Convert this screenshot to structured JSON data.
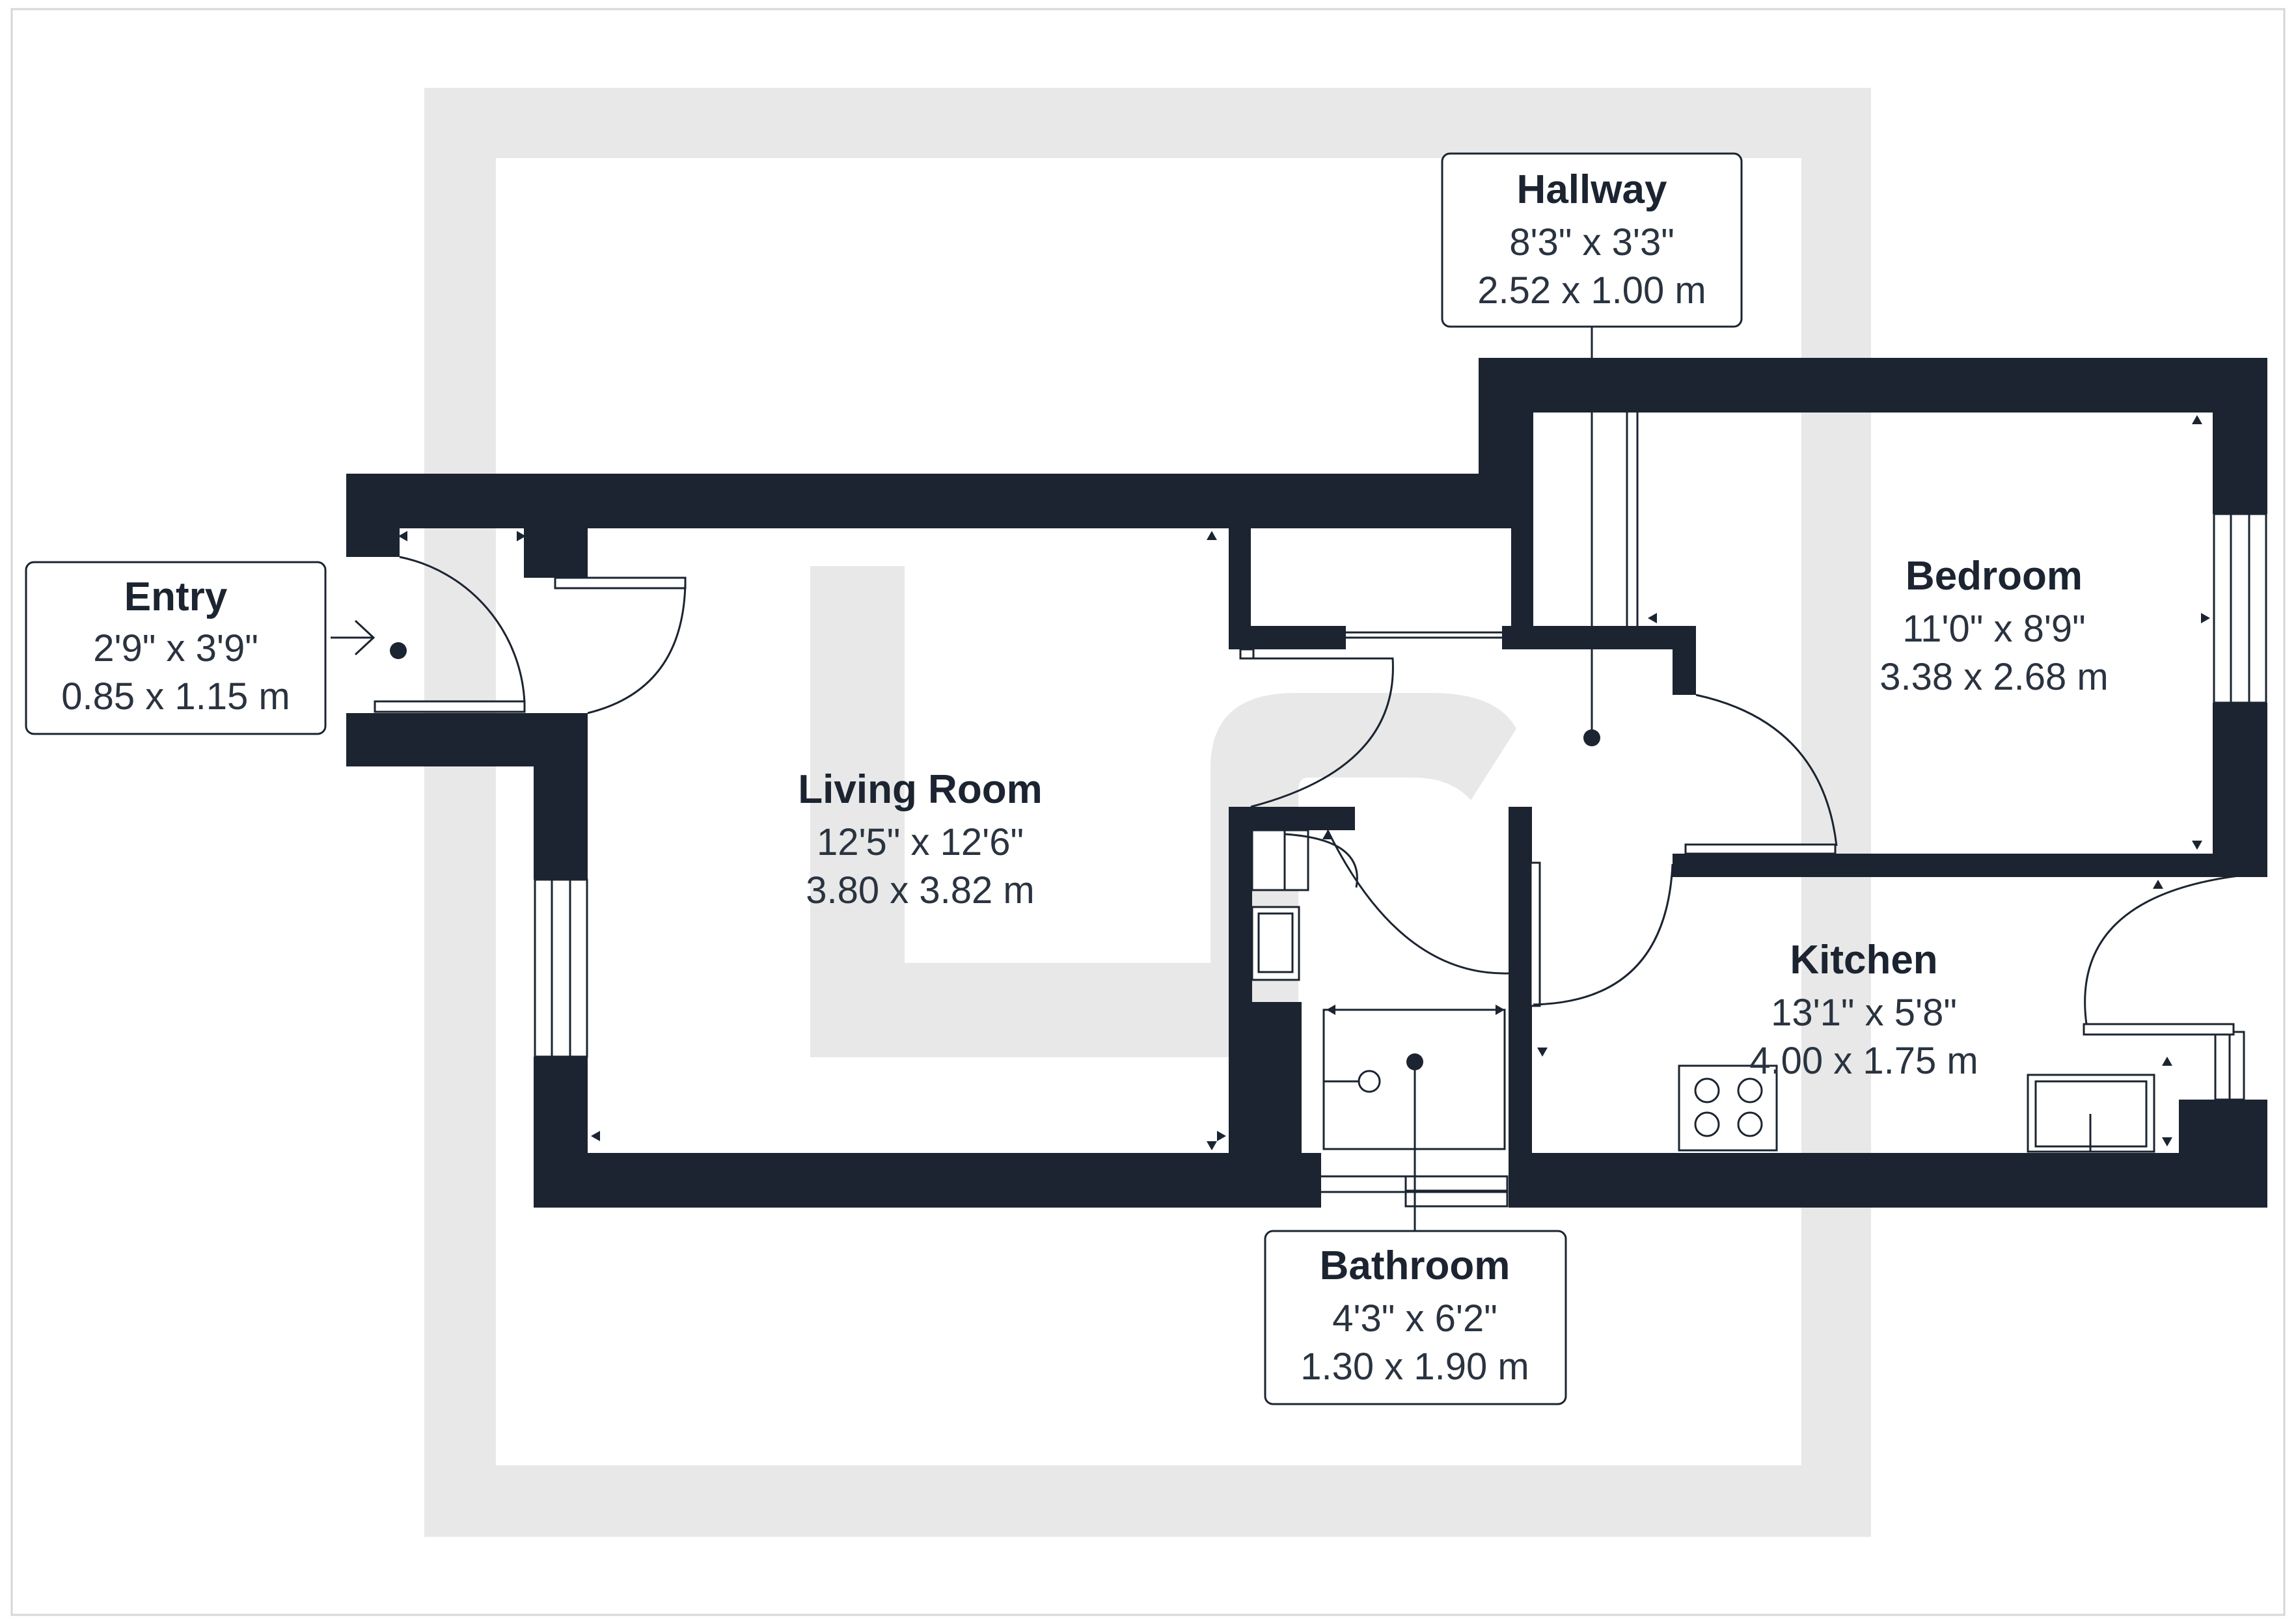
{
  "rooms": {
    "entry": {
      "name": "Entry",
      "imperial": "2'9\" x 3'9\"",
      "metric": "0.85 x 1.15 m"
    },
    "hallway": {
      "name": "Hallway",
      "imperial": "8'3\" x 3'3\"",
      "metric": "2.52 x 1.00 m"
    },
    "bedroom": {
      "name": "Bedroom",
      "imperial": "11'0\" x 8'9\"",
      "metric": "3.38 x 2.68 m"
    },
    "living_room": {
      "name": "Living Room",
      "imperial": "12'5\" x 12'6\"",
      "metric": "3.80 x 3.82 m"
    },
    "kitchen": {
      "name": "Kitchen",
      "imperial": "13'1\" x 5'8\"",
      "metric": "4.00 x 1.75 m"
    },
    "bathroom": {
      "name": "Bathroom",
      "imperial": "4'3\" x 6'2\"",
      "metric": "1.30 x 1.90 m"
    }
  },
  "colors": {
    "wall": "#1b2430",
    "watermark": "#e8e8e8",
    "background": "#ffffff"
  },
  "icons": {
    "entrance": "entrance-arrow-icon",
    "watermark": "lr-watermark-logo"
  }
}
